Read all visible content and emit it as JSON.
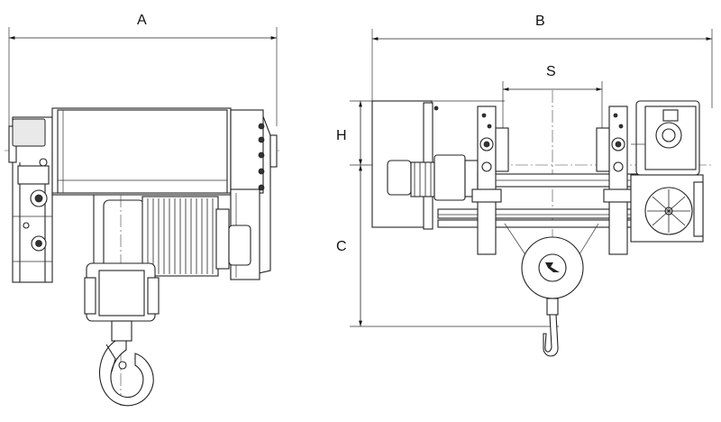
{
  "dimensions": {
    "A": "A",
    "B": "B",
    "S": "S",
    "H": "H",
    "C": "C"
  },
  "colors": {
    "line": "#222222",
    "background": "#ffffff"
  }
}
